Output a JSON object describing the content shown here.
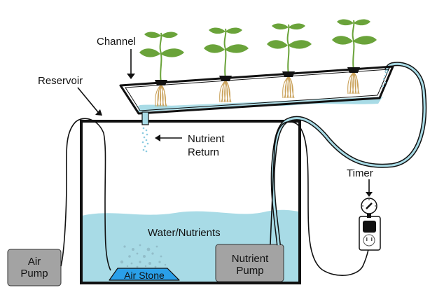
{
  "labels": {
    "channel": "Channel",
    "reservoir": "Reservoir",
    "nutrient_return_line1": "Nutrient",
    "nutrient_return_line2": "Return",
    "timer": "Timer",
    "water_nutrients": "Water/Nutrients",
    "air_pump_line1": "Air",
    "air_pump_line2": "Pump",
    "air_stone": "Air Stone",
    "nutrient_pump_line1": "Nutrient",
    "nutrient_pump_line2": "Pump"
  },
  "components": {
    "plants_count": 4
  },
  "colors": {
    "water": "#a8dbe6",
    "leaf": "#6aa33a",
    "root": "#c9a15a",
    "pump_box": "#a3a3a3",
    "air_stone": "#2a9fe8",
    "tube_fill": "#a8dbe6",
    "outline": "#111111"
  }
}
